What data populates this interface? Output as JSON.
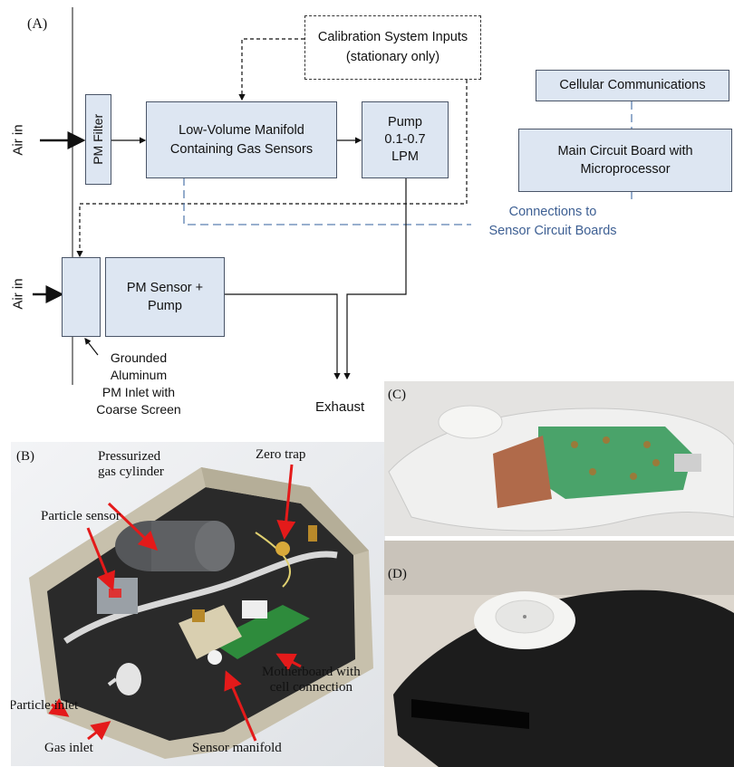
{
  "panel_a": {
    "label": "(A)",
    "air_in_top": "Air in",
    "air_in_bottom": "Air in",
    "pm_filter": "PM Filter",
    "manifold": [
      "Low-Volume Manifold",
      "Containing Gas Sensors"
    ],
    "pump": [
      "Pump",
      "0.1-0.7",
      "LPM"
    ],
    "calibration": [
      "Calibration System Inputs",
      "(stationary only)"
    ],
    "cellular": "Cellular Communications",
    "main_board": [
      "Main Circuit Board with",
      "Microprocessor"
    ],
    "connections": [
      "Connections to",
      "Sensor Circuit Boards"
    ],
    "pm_sensor": [
      "PM Sensor +",
      "Pump"
    ],
    "inlet_note": [
      "Grounded",
      "Aluminum",
      "PM Inlet with",
      "Coarse Screen"
    ],
    "exhaust": "Exhaust"
  },
  "panel_b": {
    "label": "(B)",
    "pressurized": [
      "Pressurized",
      "gas cylinder"
    ],
    "zero_trap": "Zero trap",
    "particle_sensor": "Particle sensor",
    "motherboard": [
      "Motherboard with",
      "cell connection"
    ],
    "particle_inlet": "Particle inlet",
    "gas_inlet": "Gas inlet",
    "sensor_manifold": "Sensor manifold"
  },
  "panel_c": {
    "label": "(C)"
  },
  "panel_d": {
    "label": "(D)"
  },
  "colors": {
    "box_fill": "#dde6f2",
    "connection_blue": "#5b7fb0",
    "arrow_red": "#e41a1a"
  }
}
